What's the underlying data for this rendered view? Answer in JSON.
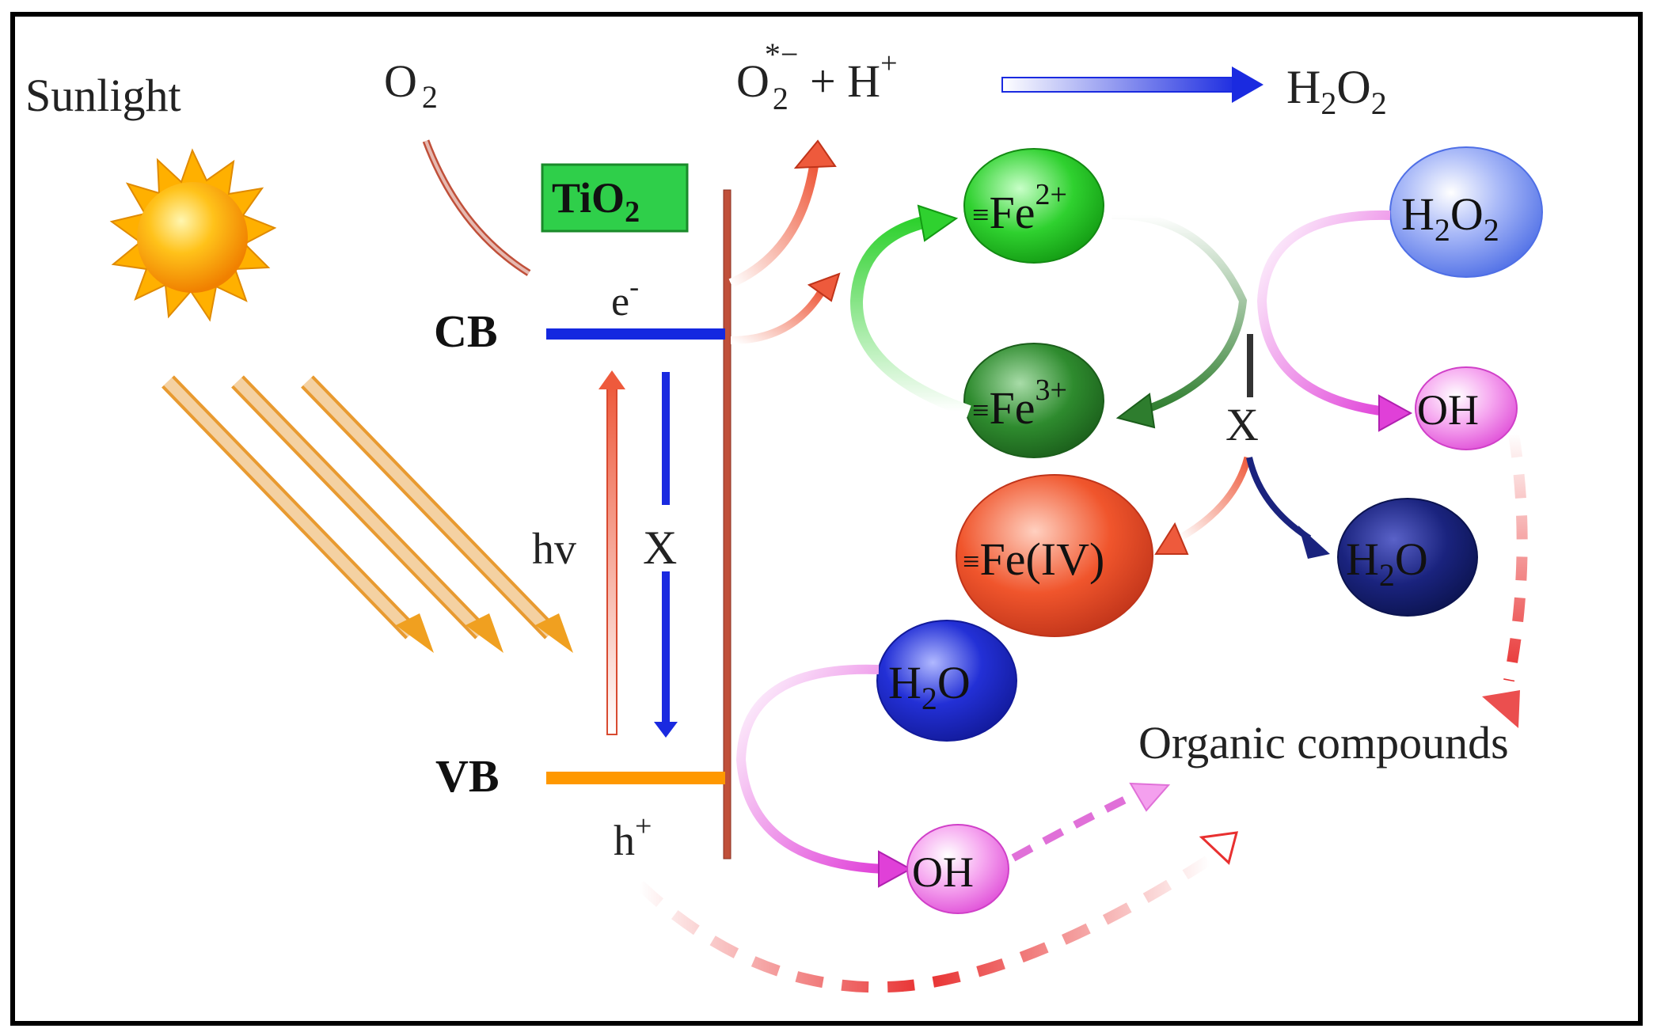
{
  "labels": {
    "sunlight": "Sunlight",
    "o2": "O",
    "o2_sub": "2",
    "superoxide_base": "O",
    "superoxide_sub": "2",
    "superoxide_sup": "*−",
    "plus_h": " + H",
    "plus_h_sup": "+",
    "h2o2_top_h": "H",
    "h2o2_top_sub1": "2",
    "h2o2_top_o": "O",
    "h2o2_top_sub2": "2",
    "tio2": "TiO",
    "tio2_sub": "2",
    "cb": "CB",
    "vb": "VB",
    "e_minus": "e",
    "e_minus_sup": "-",
    "hv": "hv",
    "x_band": "X",
    "h_plus": "h",
    "h_plus_sup": "+",
    "x_fe": "X",
    "organic_compounds": "Organic compounds"
  },
  "nodes": {
    "fe2": {
      "prefix": "≡",
      "text": "Fe",
      "sup": "2+",
      "color": "#2fd12f"
    },
    "fe3": {
      "prefix": "≡",
      "text": "Fe",
      "sup": "3+",
      "color": "#2e8b2e"
    },
    "feiv": {
      "prefix": "≡",
      "text": "Fe(IV)",
      "color": "#f0552c"
    },
    "h2o2": {
      "h": "H",
      "sub1": "2",
      "o": "O",
      "sub2": "2",
      "color": "#6f8cf2"
    },
    "oh_right": {
      "text": "OH",
      "color": "#f07ce8"
    },
    "h2o_right": {
      "h": "H",
      "sub": "2",
      "o": "O",
      "color": "#1a237e"
    },
    "h2o_bottom": {
      "h": "H",
      "sub": "2",
      "o": "O",
      "color": "#2330d6"
    },
    "oh_bottom": {
      "text": "OH",
      "color": "#f07ce8"
    }
  },
  "colors": {
    "cb_line": "#1428e0",
    "vb_line": "#ff9800",
    "tio2_box": "#2fcf4a",
    "interface_line": "#c0503a",
    "excitation_arrow": "#ee5a3c",
    "recombination_arrow": "#1a2ae0",
    "sunlight_arrow": "#f0a020",
    "dashed_red": "#e83030",
    "dashed_pink": "#e070d8"
  }
}
